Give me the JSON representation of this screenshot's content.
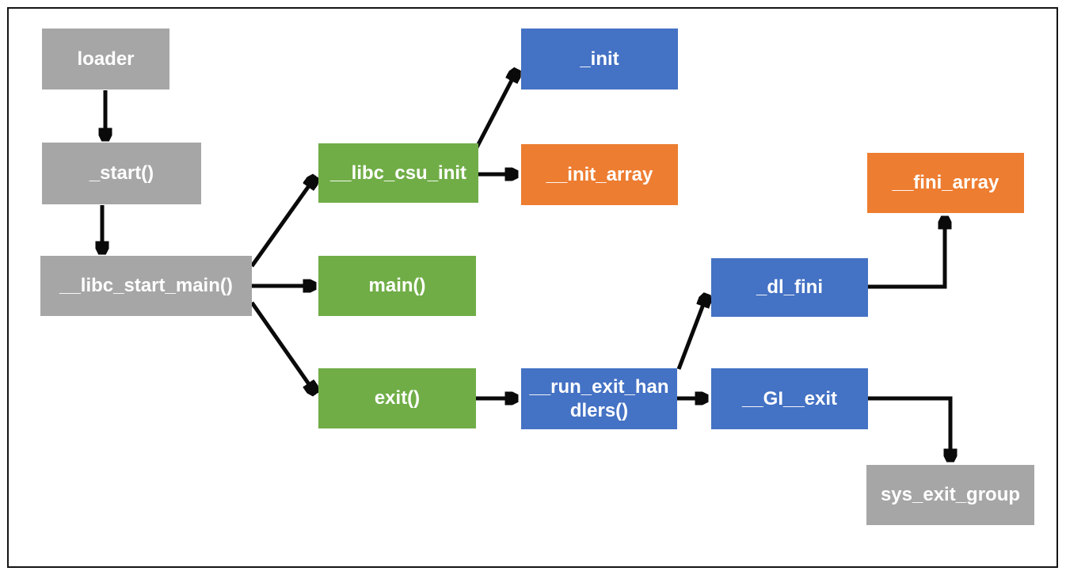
{
  "palette": {
    "gray": "#A6A6A6",
    "green": "#70AD47",
    "blue": "#4472C4",
    "orange": "#ED7D31",
    "arrow": "#0a0a0a",
    "background": "#FFFFFF",
    "text": "#FFFFFF",
    "border": "#141414"
  },
  "diagram": {
    "nodes": {
      "loader": {
        "label": "loader",
        "color": "#A6A6A6"
      },
      "start": {
        "label": "_start()",
        "color": "#A6A6A6"
      },
      "libc_start_main": {
        "label": "__libc_start_main()",
        "color": "#A6A6A6"
      },
      "libc_csu_init": {
        "label": "__libc_csu_init",
        "color": "#70AD47"
      },
      "init": {
        "label": "_init",
        "color": "#4472C4"
      },
      "init_array": {
        "label": "__init_array",
        "color": "#ED7D31"
      },
      "main": {
        "label": "main()",
        "color": "#70AD47"
      },
      "exit": {
        "label": "exit()",
        "color": "#70AD47"
      },
      "run_exit_handlers": {
        "label": "__run_exit_handlers()",
        "color": "#4472C4"
      },
      "gi_exit": {
        "label": "__GI__exit",
        "color": "#4472C4"
      },
      "dl_fini": {
        "label": "_dl_fini",
        "color": "#4472C4"
      },
      "fini_array": {
        "label": "__fini_array",
        "color": "#ED7D31"
      },
      "sys_exit_group": {
        "label": "sys_exit_group",
        "color": "#A6A6A6"
      }
    },
    "edges": [
      {
        "from": "loader",
        "to": "start"
      },
      {
        "from": "start",
        "to": "libc_start_main"
      },
      {
        "from": "libc_start_main",
        "to": "libc_csu_init"
      },
      {
        "from": "libc_csu_init",
        "to": "init"
      },
      {
        "from": "libc_csu_init",
        "to": "init_array"
      },
      {
        "from": "libc_start_main",
        "to": "main"
      },
      {
        "from": "libc_start_main",
        "to": "exit"
      },
      {
        "from": "exit",
        "to": "run_exit_handlers"
      },
      {
        "from": "run_exit_handlers",
        "to": "dl_fini"
      },
      {
        "from": "dl_fini",
        "to": "fini_array"
      },
      {
        "from": "run_exit_handlers",
        "to": "gi_exit"
      },
      {
        "from": "gi_exit",
        "to": "sys_exit_group"
      }
    ]
  }
}
